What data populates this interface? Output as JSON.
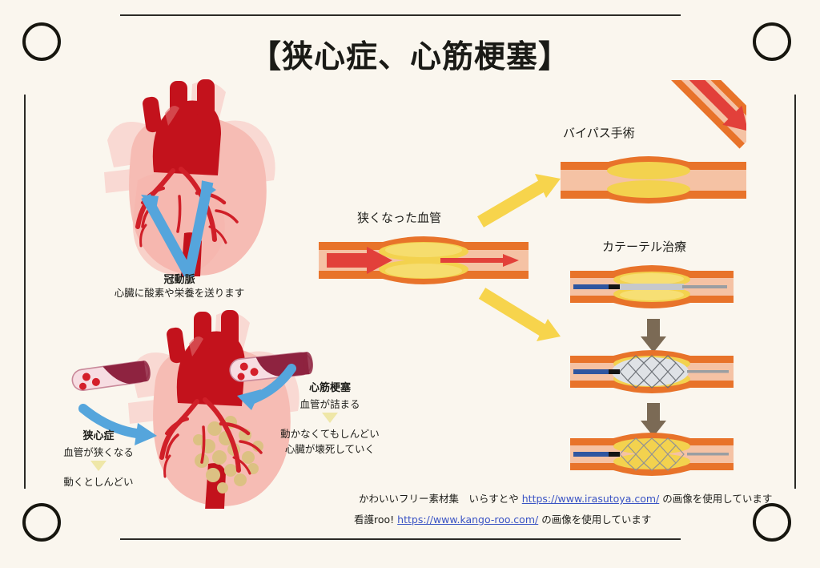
{
  "page": {
    "title": "【狭心症、心筋梗塞】",
    "background_color": "#faf6ee",
    "frame_color": "#17160f"
  },
  "diagram": {
    "top_heart": {
      "label_title": "冠動脈",
      "label_desc": "心臓に酸素や栄養を送ります"
    },
    "bottom_heart": {
      "angina": {
        "title": "狭心症",
        "line1": "血管が狭くなる",
        "arrow": "▽",
        "line2": "動くとしんどい"
      },
      "infarction": {
        "title": "心筋梗塞",
        "line1": "血管が詰まる",
        "arrow": "▽",
        "line2": "動かなくてもしんどい",
        "line3": "心臓が壊死していく"
      }
    },
    "center_vessel": {
      "label": "狭くなった血管"
    },
    "treatments": [
      {
        "label": "バイパス手術"
      },
      {
        "label": "カテーテル治療"
      }
    ]
  },
  "colors": {
    "vessel_wall": "#e8732a",
    "vessel_lumen": "#f5c2a4",
    "plaque": "#f3d24e",
    "blood_arrow": "#e2403a",
    "blue_arrow": "#55a5dc",
    "yellow_arrow": "#f7d44c",
    "heart_body": "#f6bcb4",
    "heart_aorta": "#c3121c",
    "coronary": "#d01f28",
    "necrosis": "#dcc183",
    "step_arrow": "#7b6a55",
    "stent": "#8e9096",
    "catheter": "#2f56a0"
  },
  "footer": {
    "line1_pre": "かわいいフリー素材集　いらすとや",
    "line1_link": "https://www.irasutoya.com/",
    "line1_post": "の画像を使用しています",
    "line2_pre": "看護roo!",
    "line2_link": "https://www.kango-roo.com/",
    "line2_post": "の画像を使用しています"
  }
}
